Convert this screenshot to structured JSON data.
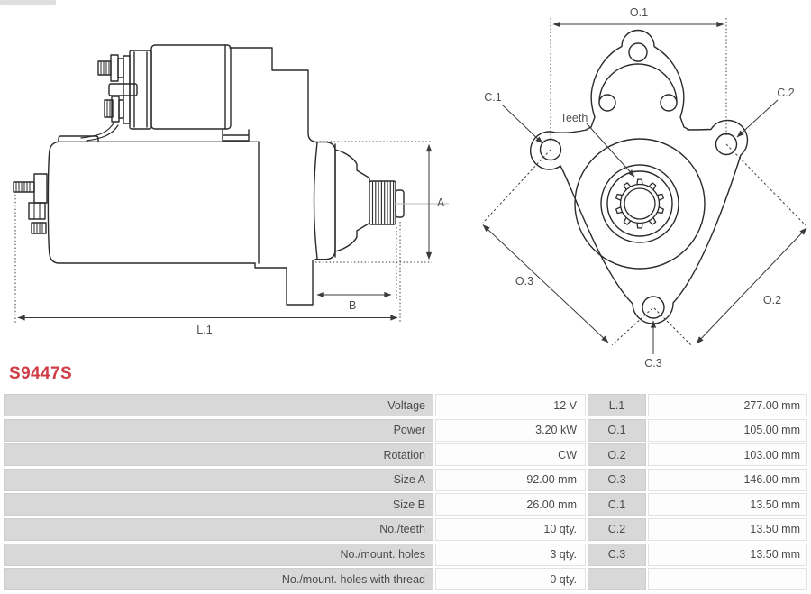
{
  "product": {
    "code": "S9447S"
  },
  "colors": {
    "accent_red": "#d03c44",
    "row_gray": "#d8d8d8",
    "line_art": "#2a2a2a",
    "dimension": "#3a3a3a",
    "table_text": "#4a4a4a"
  },
  "side_view": {
    "labels": {
      "a": "A",
      "b": "B",
      "l1": "L.1"
    }
  },
  "front_view": {
    "labels": {
      "o1": "O.1",
      "o2": "O.2",
      "o3": "O.3",
      "c1": "C.1",
      "c2": "C.2",
      "c3": "C.3",
      "teeth": "Teeth"
    }
  },
  "spec_table": {
    "rows": [
      {
        "label": "Voltage",
        "value": "12 V",
        "dim_label": "L.1",
        "dim_value": "277.00 mm"
      },
      {
        "label": "Power",
        "value": "3.20 kW",
        "dim_label": "O.1",
        "dim_value": "105.00 mm"
      },
      {
        "label": "Rotation",
        "value": "CW",
        "dim_label": "O.2",
        "dim_value": "103.00 mm"
      },
      {
        "label": "Size A",
        "value": "92.00 mm",
        "dim_label": "O.3",
        "dim_value": "146.00 mm"
      },
      {
        "label": "Size B",
        "value": "26.00 mm",
        "dim_label": "C.1",
        "dim_value": "13.50 mm"
      },
      {
        "label": "No./teeth",
        "value": "10 qty.",
        "dim_label": "C.2",
        "dim_value": "13.50 mm"
      },
      {
        "label": "No./mount. holes",
        "value": "3 qty.",
        "dim_label": "C.3",
        "dim_value": "13.50 mm"
      },
      {
        "label": "No./mount. holes with thread",
        "value": "0 qty.",
        "dim_label": "",
        "dim_value": ""
      }
    ]
  }
}
